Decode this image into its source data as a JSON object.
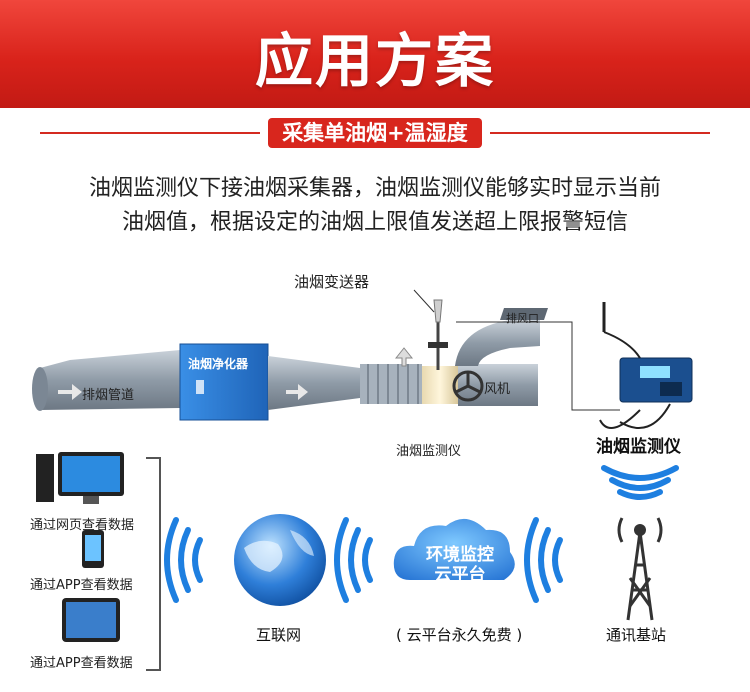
{
  "banner": {
    "title": "应用方案"
  },
  "subtitle_tag": "采集单油烟+温湿度",
  "description": {
    "line1": "油烟监测仪下接油烟采集器，油烟监测仪能够实时显示当前",
    "line2": "油烟值，根据设定的油烟上限值发送超上限报警短信"
  },
  "diagram": {
    "transmitter_label": "油烟变送器",
    "exhaust_pipe_label": "排烟管道",
    "purifier_label": "油烟净化器",
    "outlet_label": "排风口",
    "fan_label": "风机",
    "pipe_monitor_label": "油烟监测仪",
    "device_label": "油烟监测仪"
  },
  "access": {
    "web": "通过网页查看数据",
    "app1": "通过APP查看数据",
    "app2": "通过APP查看数据"
  },
  "network": {
    "internet_label": "互联网",
    "cloud_text_line1": "环境监控",
    "cloud_text_line2": "云平台",
    "cloud_caption": "( 云平台永久免费 )",
    "tower_label": "通讯基站"
  },
  "colors": {
    "brand_red": "#d8261d",
    "signal_blue": "#1e7fe0",
    "pipe_gray": "#9aa6b2",
    "purifier_blue": "#2c7fd6"
  },
  "icons": [
    "monitor-icon",
    "phone-icon",
    "tablet-icon",
    "globe-icon",
    "cloud-icon",
    "tower-icon",
    "wifi-signal-icon",
    "fan-icon",
    "antenna-icon"
  ]
}
